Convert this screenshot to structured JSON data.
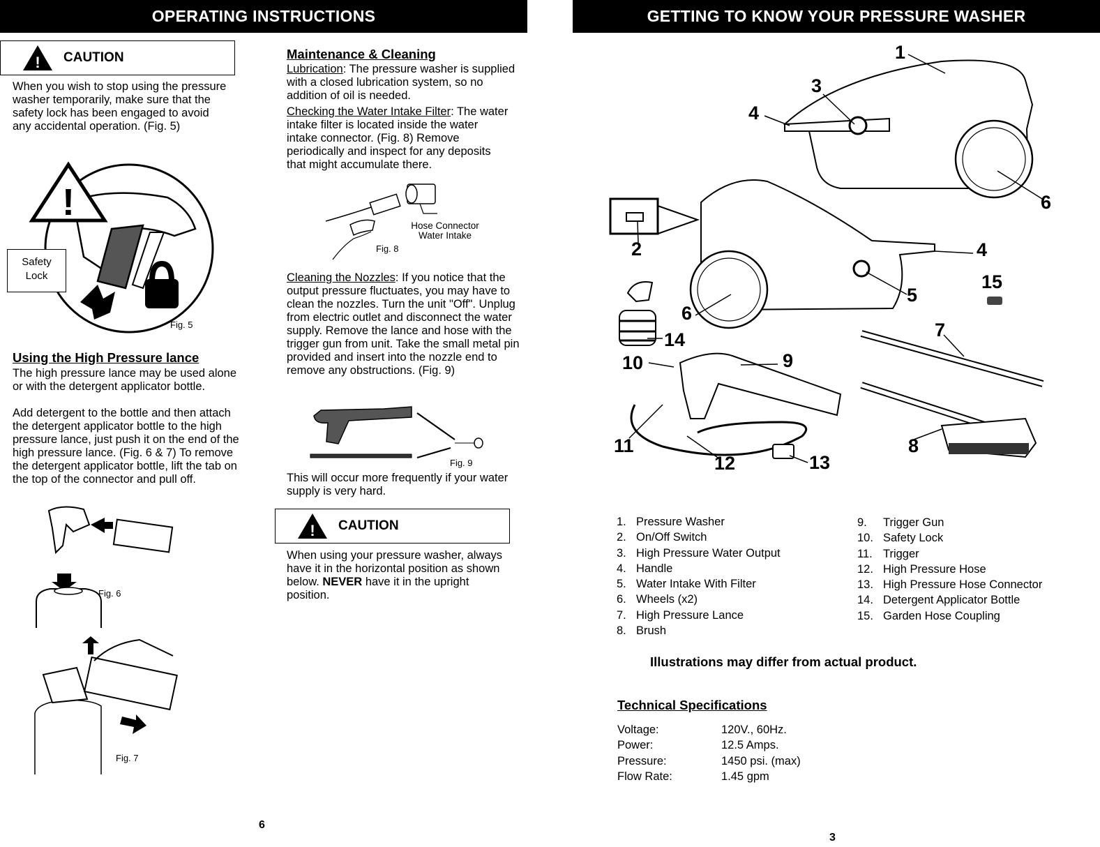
{
  "left_page": {
    "banner": "OPERATING INSTRUCTIONS",
    "caution1": {
      "label": "CAUTION",
      "text": "When you wish to stop using the pressure washer temporarily, make sure that the safety lock has been engaged to avoid any accidental operation. (Fig. 5)"
    },
    "fig5": {
      "callout_line1": "Safety",
      "callout_line2": "Lock",
      "caption": "Fig. 5"
    },
    "lance": {
      "heading": "Using the High Pressure lance",
      "text1": "The high pressure lance may be used alone or with the detergent applicator bottle.",
      "text2": "Add detergent to the bottle and then attach the detergent applicator bottle to the high pressure lance, just push it on the end of the high pressure lance. (Fig. 6 & 7) To remove  the detergent applicator bottle, lift the tab on the top of the connector and pull off."
    },
    "fig6": {
      "caption": "Fig. 6"
    },
    "fig7": {
      "caption": "Fig. 7"
    },
    "maintenance": {
      "heading": "Maintenance & Cleaning",
      "lub_term": "Lubrication",
      "lub_text": ": The pressure washer is supplied with a closed lubrication system, so no addition of oil is needed.",
      "filter_term": "Checking the Water Intake Filter",
      "filter_text": ": The water intake filter is located inside the water intake connector. (Fig. 8) Remove periodically and inspect for any deposits that might accumulate there.",
      "nozzle_term": "Cleaning the Nozzles",
      "nozzle_text": ": If you notice that the output pressure fluctuates, you may have to clean the nozzles. Turn the unit \"Off\". Unplug from electric outlet and disconnect the water supply. Remove the lance and hose with the trigger gun from unit. Take the small metal pin provided and insert into the nozzle end to remove any obstructions. (Fig. 9)",
      "after_fig9": "This will occur more frequently if your water supply is very hard."
    },
    "fig8": {
      "label_line1": "Hose Connector",
      "label_line2": "Water Intake",
      "caption": "Fig. 8"
    },
    "fig9": {
      "caption": "Fig. 9"
    },
    "caution2": {
      "label": "CAUTION",
      "text_before": "When using your pressure washer, always have it in the horizontal position as shown below.  ",
      "text_bold": "NEVER",
      "text_after": " have it in the upright position."
    },
    "page_number": "6"
  },
  "right_page": {
    "banner": "GETTING TO KNOW  YOUR  PRESSURE WASHER",
    "callouts": [
      "1",
      "2",
      "3",
      "4",
      "4",
      "5",
      "6",
      "6",
      "7",
      "8",
      "9",
      "10",
      "11",
      "12",
      "13",
      "14",
      "15"
    ],
    "parts_left": [
      {
        "num": "1.",
        "label": "Pressure Washer"
      },
      {
        "num": "2.",
        "label": "On/Off Switch"
      },
      {
        "num": "3.",
        "label": "High Pressure Water Output"
      },
      {
        "num": "4.",
        "label": "Handle"
      },
      {
        "num": "5.",
        "label": "Water Intake With Filter"
      },
      {
        "num": "6.",
        "label": "Wheels (x2)"
      },
      {
        "num": "7.",
        "label": "High Pressure Lance"
      },
      {
        "num": "8.",
        "label": "Brush"
      }
    ],
    "parts_right": [
      {
        "num": "9.",
        "label": "Trigger Gun"
      },
      {
        "num": "10.",
        "label": "Safety Lock"
      },
      {
        "num": "11.",
        "label": "Trigger"
      },
      {
        "num": "12.",
        "label": "High Pressure Hose"
      },
      {
        "num": "13.",
        "label": "High Pressure Hose Connector"
      },
      {
        "num": "14.",
        "label": "Detergent Applicator Bottle"
      },
      {
        "num": "15.",
        "label": "Garden Hose Coupling"
      }
    ],
    "disclaimer": "Illustrations may differ from actual product.",
    "specs": {
      "heading": "Technical Specifications",
      "rows": [
        {
          "key": "Voltage:",
          "value": "120V.,  60Hz."
        },
        {
          "key": "Power:",
          "value": "12.5 Amps."
        },
        {
          "key": "Pressure:",
          "value": "1450 psi. (max)"
        },
        {
          "key": "Flow Rate:",
          "value": "1.45 gpm"
        }
      ]
    },
    "page_number": "3"
  },
  "icons": [
    "warning-triangle-icon",
    "padlock-icon",
    "arrow-icon"
  ]
}
